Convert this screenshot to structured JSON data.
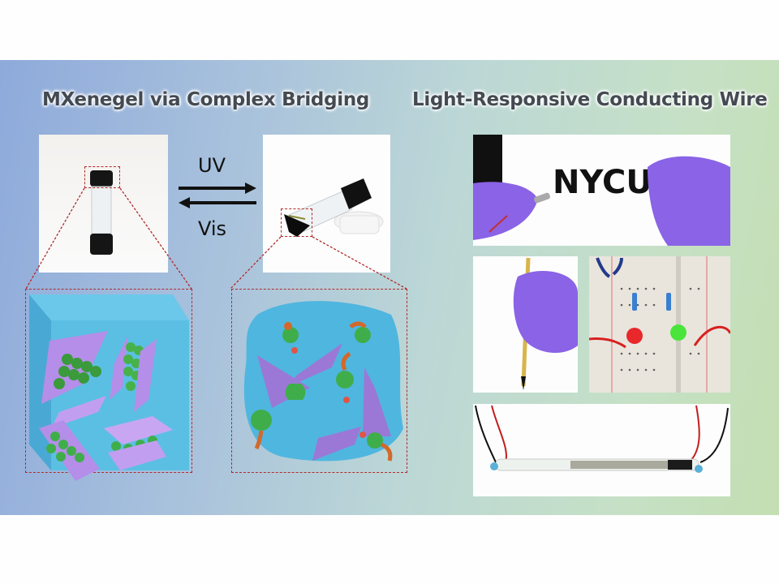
{
  "left_section": {
    "title": "MXenegel via Complex Bridging",
    "photo_gel": {
      "description": "Inverted vial with black MXene gel at top"
    },
    "photo_sol": {
      "description": "Tilted vial with flowing black MXene dispersion"
    },
    "schematic_gel": {
      "description": "MXene sheets bridged by host-guest complexes inside blue gel cube"
    },
    "schematic_sol": {
      "description": "Separated MXene sheets and free host/guest molecules in blue solution"
    }
  },
  "transition": {
    "forward_label": "UV",
    "reverse_label": "Vis"
  },
  "right_section": {
    "title": "Light-Responsive Conducting Wire",
    "photo_written": {
      "text": "NYCU",
      "description": "Gloved hands holding gel-written NYCU letters connected to wire"
    },
    "photo_brush": {
      "description": "Gloved hand holding brush pen"
    },
    "photo_breadboard": {
      "description": "Breadboard with red and green LEDs lit through gel wire"
    },
    "photo_tube": {
      "description": "Glass tube filled with gel connected by red and black wires"
    }
  },
  "colors": {
    "dash": "#b22a2a",
    "gel_blue": "#55bde2",
    "mxene_purple": "#b48ee8",
    "host_green": "#3fae4a",
    "glove_purple": "#8a63e6",
    "title_text": "#444a52"
  }
}
